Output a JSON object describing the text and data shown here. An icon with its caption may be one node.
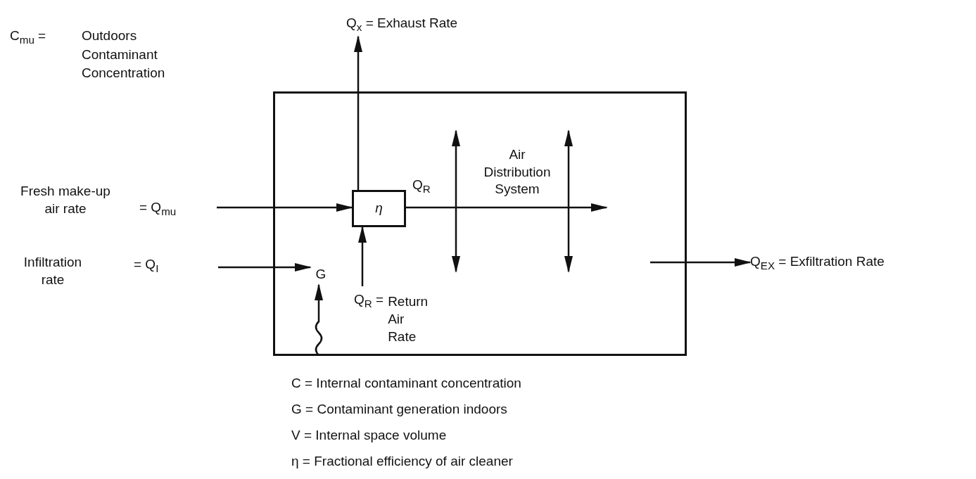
{
  "diagram": {
    "nodes": [
      {
        "text": [],
        "shape": "box"
      },
      {
        "text": [
          "η"
        ],
        "in": 0
      },
      {
        "text": [
          "Q$_{x}$ = Exhaust Rate"
        ]
      },
      {
        "text": [
          "Fresh make-up air rate",
          "= Q$_{mu}$"
        ]
      },
      {
        "text": [
          "Infiltration rate",
          "= Q$_{I}$"
        ]
      },
      {
        "text": [
          "G"
        ],
        "in": 0
      },
      {
        "text": [
          "Q$_{R}$ =",
          "Return Air Rate"
        ],
        "in": 0
      },
      {
        "text": [
          "Q$_{EX}$ = Exfiltration Rate"
        ]
      },
      {
        "text": [
          "Air Distribution System"
        ],
        "in": 0
      }
    ],
    "edges": [
      {
        "from": 1,
        "to": 2,
        "arrow": "to"
      },
      {
        "from": 3,
        "to": 1,
        "arrow": "to"
      },
      {
        "from": 4,
        "to": 5,
        "arrow": "to"
      },
      {
        "from": 6,
        "to": 1,
        "arrow": "to"
      },
      {
        "from": 1,
        "to": null,
        "arrow": "to",
        "label": "Q$_{R}$"
      },
      {
        "from": null,
        "to": 7,
        "arrow": "to"
      },
      {
        "from": null,
        "to": 5,
        "arrow": "to"
      }
    ],
    "labels": [
      "C$_{mu}$ =",
      "Outdoors Contaminant Concentration",
      "C = Internal contaminant concentration",
      "G = Contaminant generation indoors",
      "V = Internal space volume",
      "η = Fractional efficiency of air cleaner"
    ]
  }
}
